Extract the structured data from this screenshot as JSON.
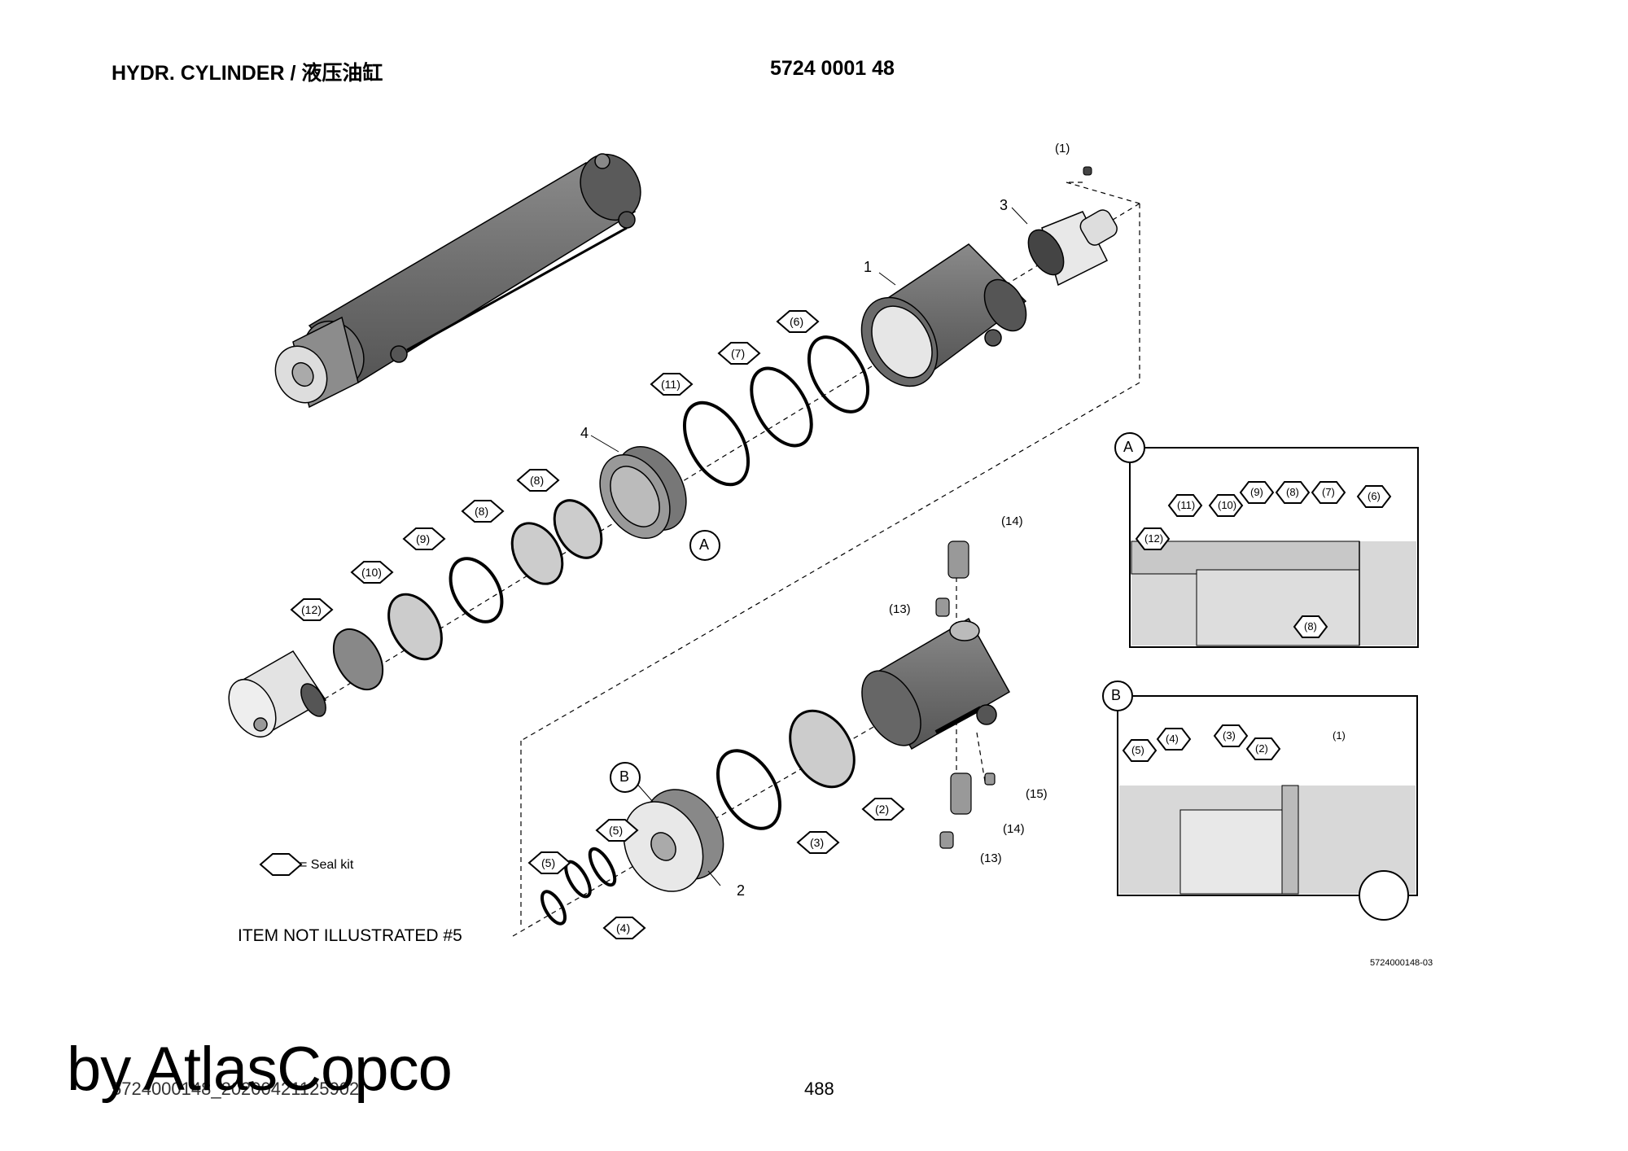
{
  "header": {
    "title": "HYDR. CYLINDER / 液压油缸",
    "part_number": "5724 0001 48"
  },
  "callouts": {
    "1": "1",
    "2": "2",
    "3": "3",
    "4": "4",
    "p1": "(1)",
    "p13": "(13)",
    "p14": "(14)",
    "p15": "(15)",
    "s2": "(2)",
    "s3": "(3)",
    "s4": "(4)",
    "s5": "(5)",
    "s6": "(6)",
    "s7": "(7)",
    "s8": "(8)",
    "s9": "(9)",
    "s10": "(10)",
    "s11": "(11)",
    "s12": "(12)",
    "detail_a": "A",
    "detail_b": "B"
  },
  "legend": {
    "seal_kit": "= Seal kit"
  },
  "note": "ITEM NOT ILLUSTRATED #5",
  "figure_id": "5724000148-03",
  "footer": {
    "file_ref": "5724000148_20200421125902",
    "page_number": "488",
    "watermark": "by AtlasCopco"
  },
  "colors": {
    "part_fill": "#6e6e6e",
    "part_dark": "#4a4a4a",
    "line": "#000000",
    "panel_bg": "#d8d8d8"
  }
}
